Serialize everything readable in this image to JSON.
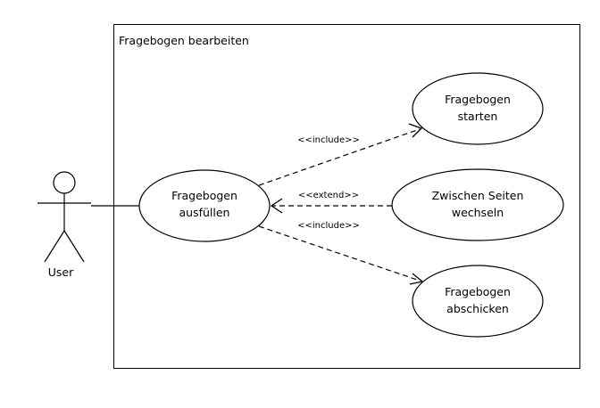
{
  "system": {
    "title": "Fragebogen bearbeiten"
  },
  "actor": {
    "label": "User"
  },
  "use_cases": {
    "fill_out": {
      "line1": "Fragebogen",
      "line2": "ausfüllen"
    },
    "start": {
      "line1": "Fragebogen",
      "line2": "starten"
    },
    "switch_pages": {
      "line1": "Zwischen Seiten",
      "line2": "wechseln"
    },
    "submit": {
      "line1": "Fragebogen",
      "line2": "abschicken"
    }
  },
  "relationships": {
    "include_start": "<<include>>",
    "extend_switch": "<<extend>>",
    "include_submit": "<<include>>"
  }
}
